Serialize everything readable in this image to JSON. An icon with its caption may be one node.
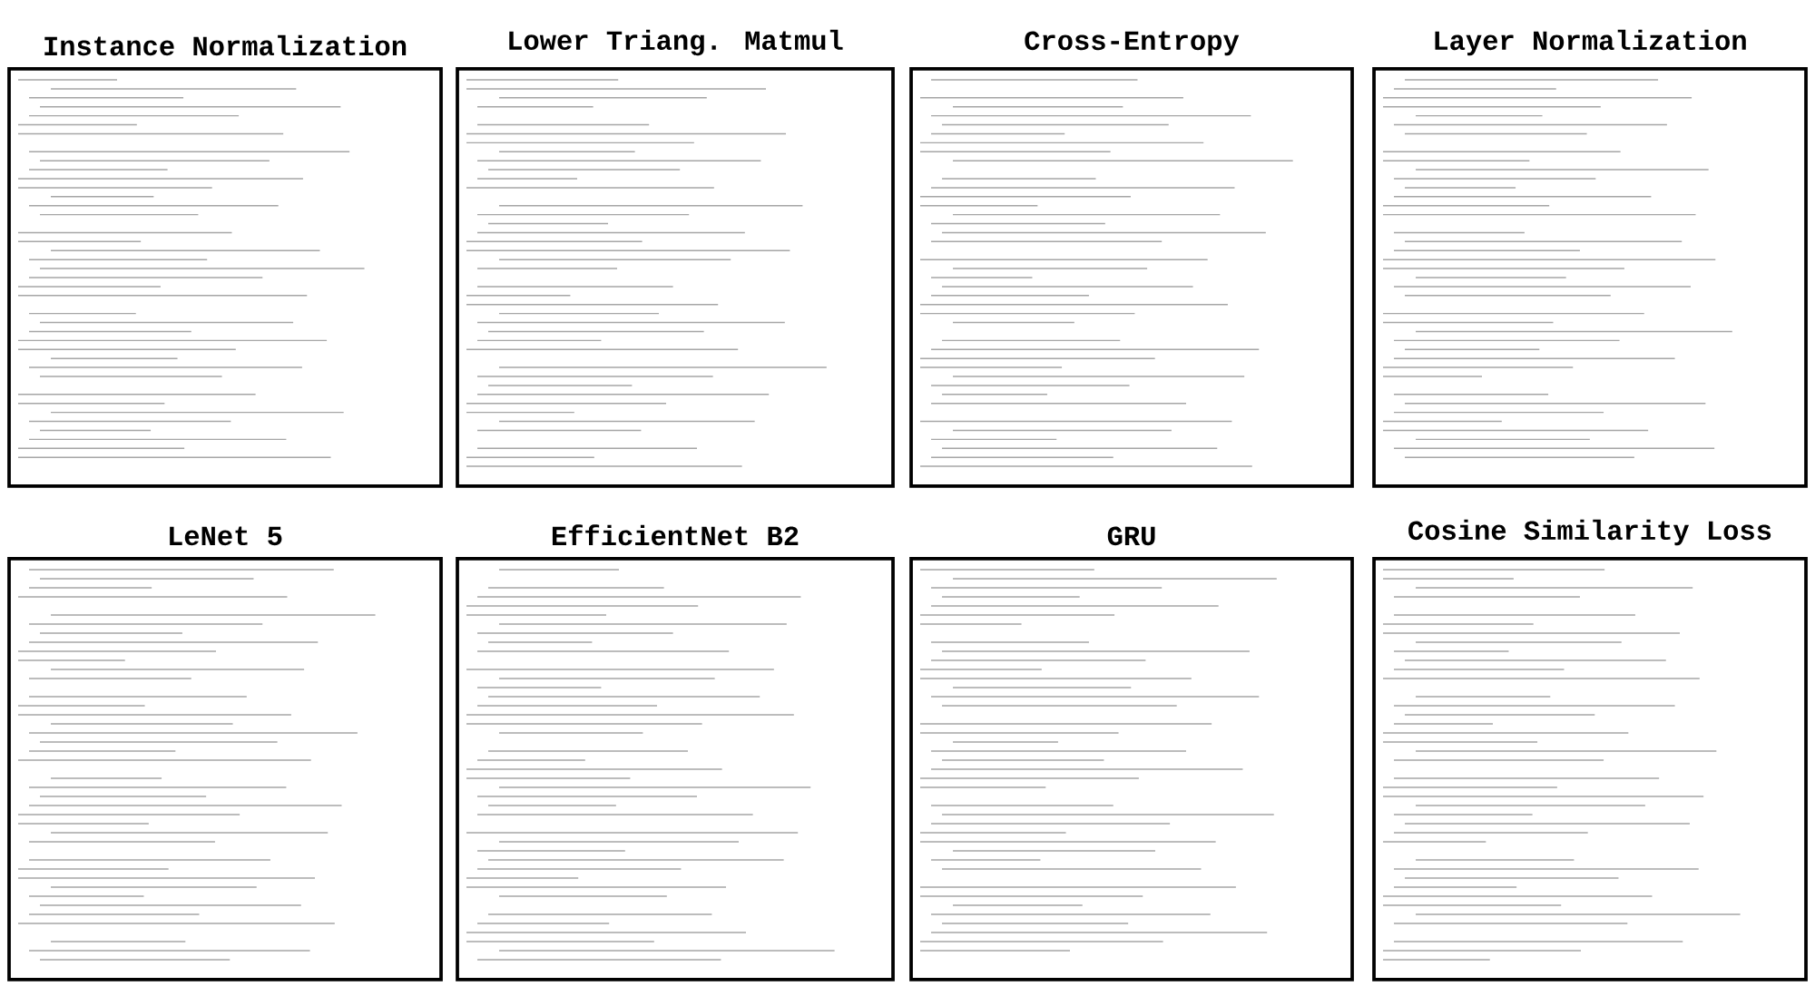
{
  "diagram": {
    "nodes": [
      {
        "text": [
          "Instance Normalization"
        ]
      },
      {
        "text": [
          "Lower Triang. Matmul"
        ]
      },
      {
        "text": [
          "Cross-Entropy"
        ]
      },
      {
        "text": [
          "Layer Normalization"
        ]
      },
      {
        "text": [
          "LeNet 5"
        ]
      },
      {
        "text": [
          "EfficientNet B2"
        ]
      },
      {
        "text": [
          "GRU"
        ]
      },
      {
        "text": [
          "Cosine Similarity Loss"
        ]
      }
    ]
  }
}
